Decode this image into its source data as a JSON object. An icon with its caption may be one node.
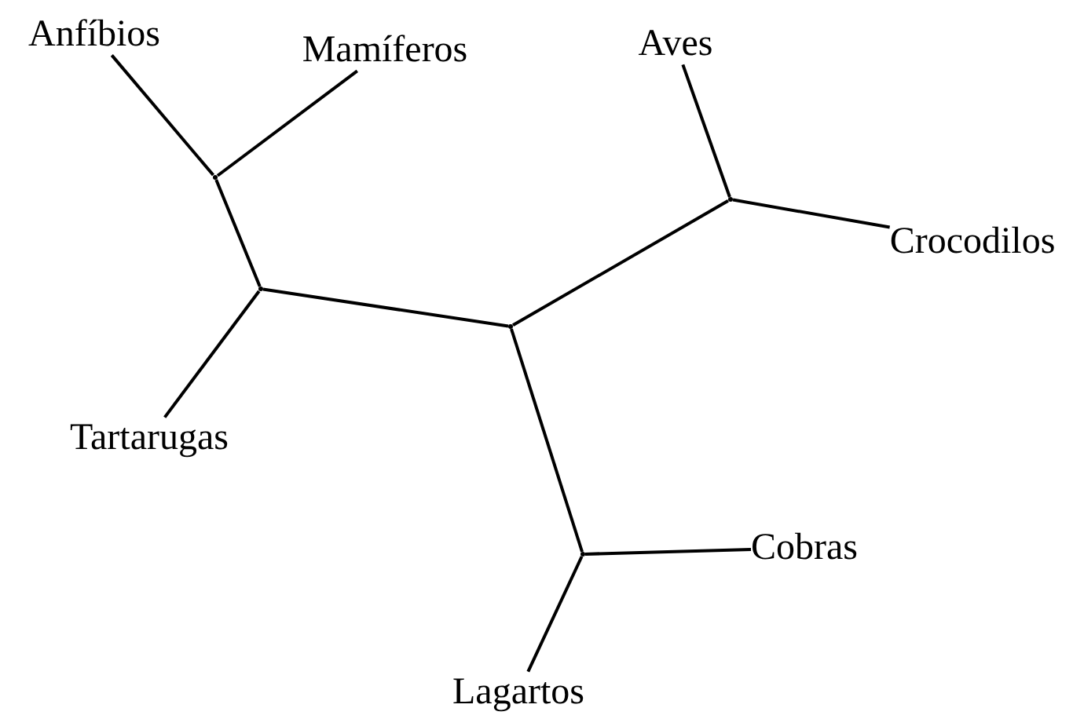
{
  "diagram": {
    "nodes": [
      {
        "text": [
          "Anfíbios"
        ]
      },
      {
        "text": [
          "Mamíferos"
        ]
      },
      {
        "text": [
          "Aves"
        ]
      },
      {
        "text": [
          "Crocodilos"
        ]
      },
      {
        "text": [
          "Tartarugas"
        ]
      },
      {
        "text": [
          "Cobras"
        ]
      },
      {
        "text": [
          "Lagartos"
        ]
      },
      {
        "text": [],
        "shape": "point"
      },
      {
        "text": [],
        "shape": "point"
      },
      {
        "text": [],
        "shape": "point"
      },
      {
        "text": [],
        "shape": "point"
      },
      {
        "text": [],
        "shape": "point"
      }
    ],
    "edges": [
      {
        "from": 0,
        "to": 7,
        "arrow": "none"
      },
      {
        "from": 1,
        "to": 7,
        "arrow": "none"
      },
      {
        "from": 7,
        "to": 8,
        "arrow": "none"
      },
      {
        "from": 4,
        "to": 8,
        "arrow": "none"
      },
      {
        "from": 8,
        "to": 9,
        "arrow": "none"
      },
      {
        "from": 9,
        "to": 10,
        "arrow": "none"
      },
      {
        "from": 2,
        "to": 10,
        "arrow": "none"
      },
      {
        "from": 3,
        "to": 10,
        "arrow": "none"
      },
      {
        "from": 9,
        "to": 11,
        "arrow": "none"
      },
      {
        "from": 5,
        "to": 11,
        "arrow": "none"
      },
      {
        "from": 6,
        "to": 11,
        "arrow": "none"
      }
    ]
  }
}
